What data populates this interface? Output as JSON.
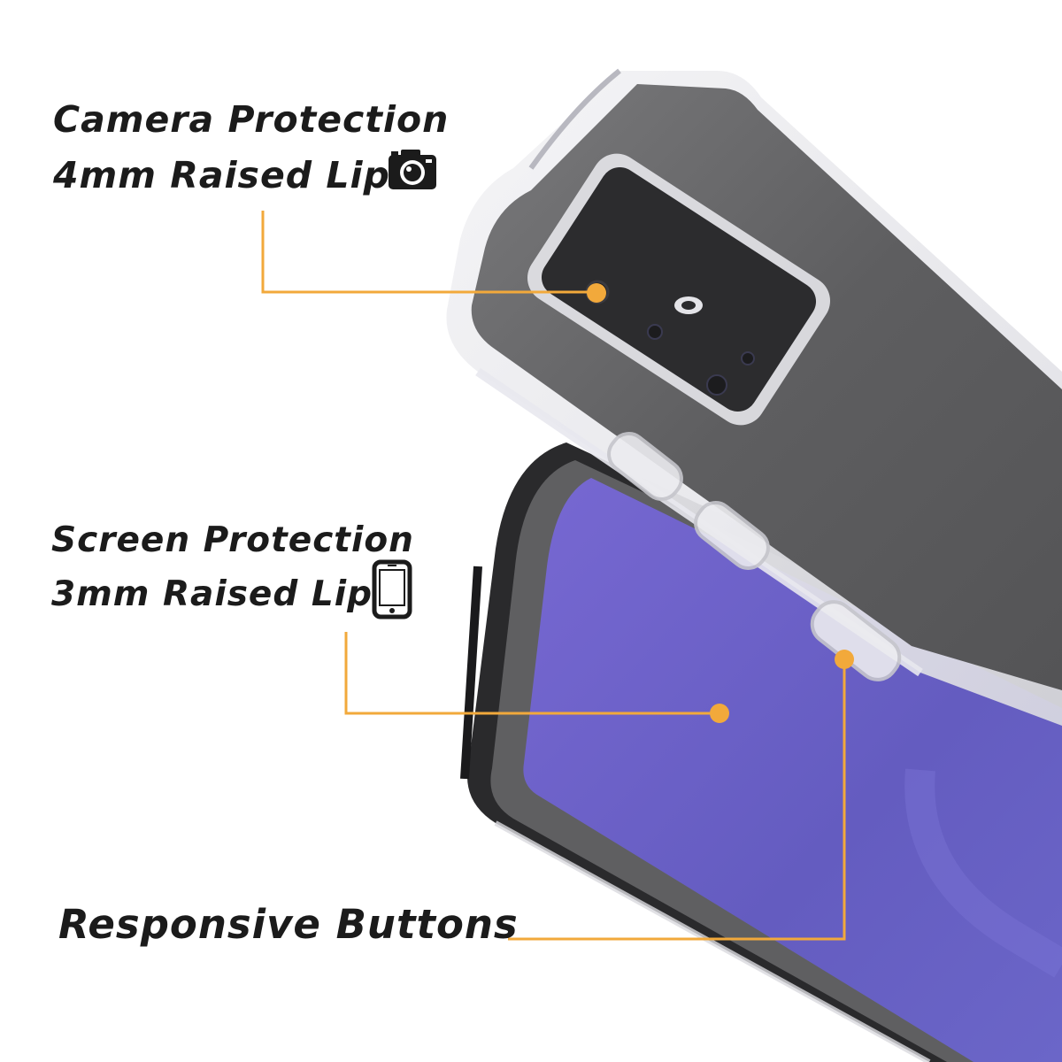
{
  "features": {
    "camera": {
      "title": "Camera Protection",
      "detail": "4mm Raised Lip",
      "icon": "camera-icon"
    },
    "screen": {
      "title": "Screen Protection",
      "detail": "3mm Raised Lip",
      "icon": "smartphone-icon"
    },
    "buttons": {
      "title": "Responsive Buttons"
    }
  },
  "colors": {
    "callout": "#f2a93b",
    "text": "#1b1b1b",
    "screen": "#6b63c7",
    "case_back": "#5e5e60",
    "background": "#ffffff"
  }
}
